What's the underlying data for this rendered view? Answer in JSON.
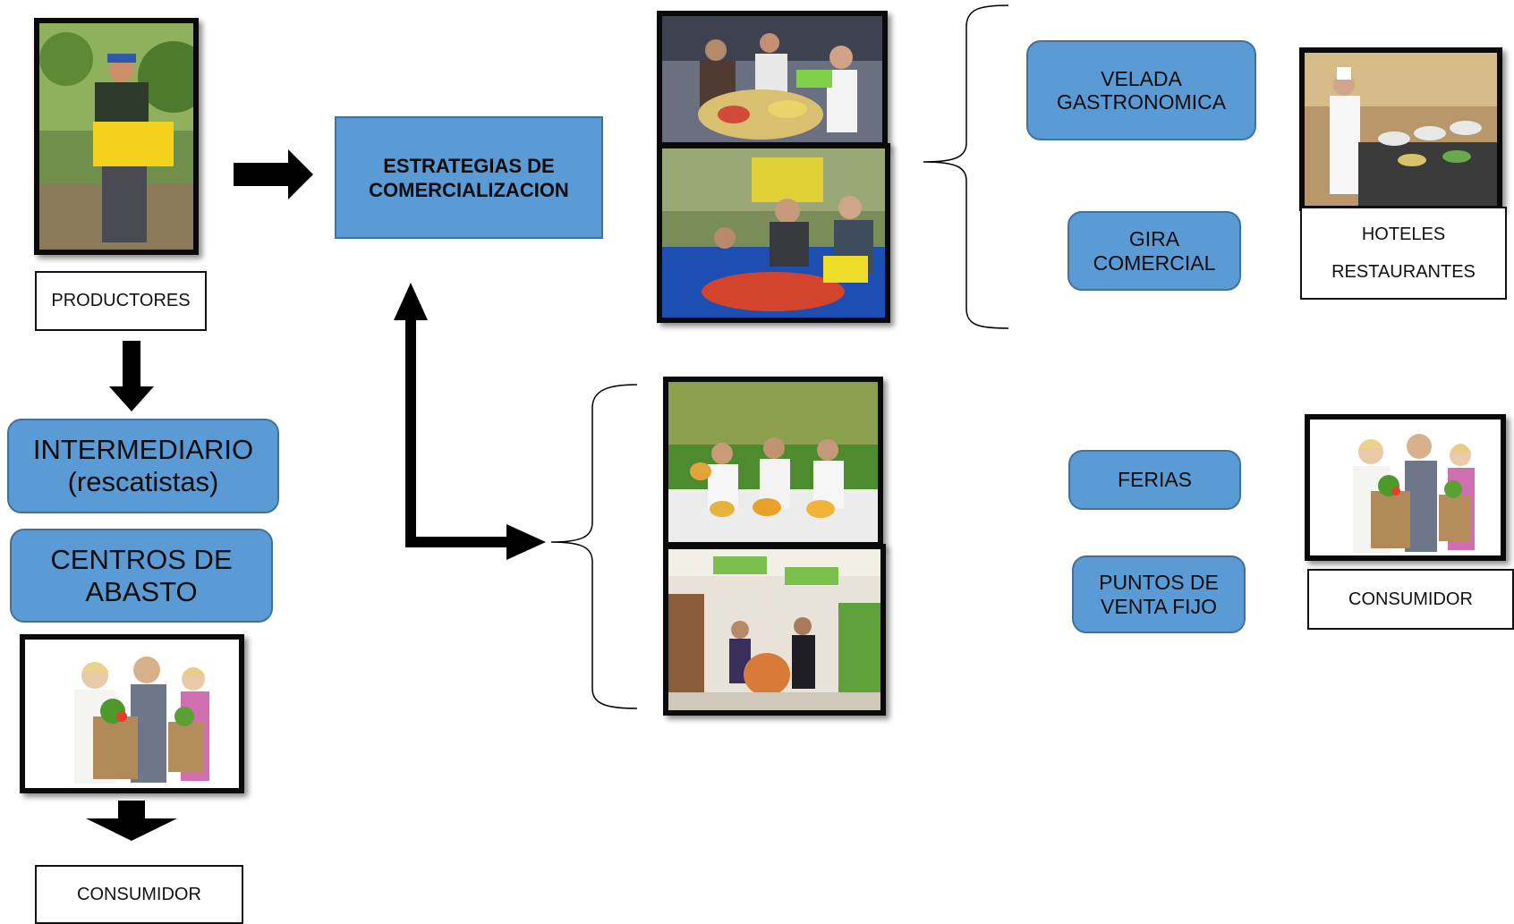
{
  "left_column": {
    "producers_label": "PRODUCTORES",
    "intermediary_label": "INTERMEDIARIO\n(rescatistas)",
    "supply_centers_label": "CENTROS DE\nABASTO",
    "consumer_label": "CONSUMIDOR"
  },
  "center": {
    "strategies_label": "ESTRATEGIAS DE\nCOMERCIALIZACION"
  },
  "right_top": {
    "velada_label": "VELADA\nGASTRONOMICA",
    "gira_label": "GIRA\nCOMERCIAL",
    "hotels_label": "HOTELES",
    "restaurants_label": "RESTAURANTES"
  },
  "right_bottom": {
    "ferias_label": "FERIAS",
    "puntos_label": "PUNTOS DE\nVENTA FIJO",
    "consumer_label": "CONSUMIDOR"
  },
  "colors": {
    "box_fill": "#5b9bd5",
    "box_border": "#41719c",
    "arrow": "#000000"
  }
}
